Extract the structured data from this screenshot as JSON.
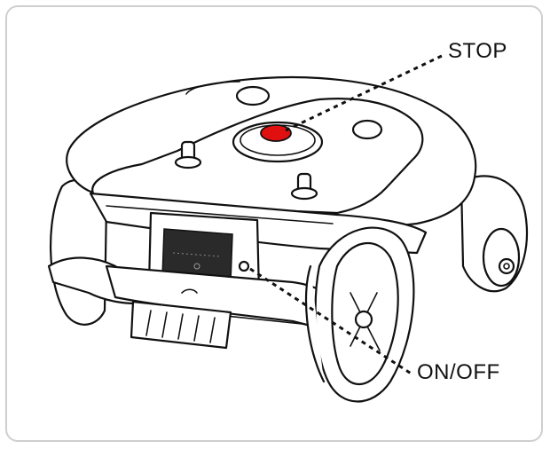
{
  "callouts": {
    "stop": "STOP",
    "on_off": "ON/OFF"
  },
  "colors": {
    "stop_button": "#e01010",
    "outline": "#111111",
    "display": "#2a2a2a",
    "frame_border": "#cfcfcf"
  },
  "icons": [
    "robotic-mower-illustration",
    "stop-button",
    "power-switch"
  ]
}
